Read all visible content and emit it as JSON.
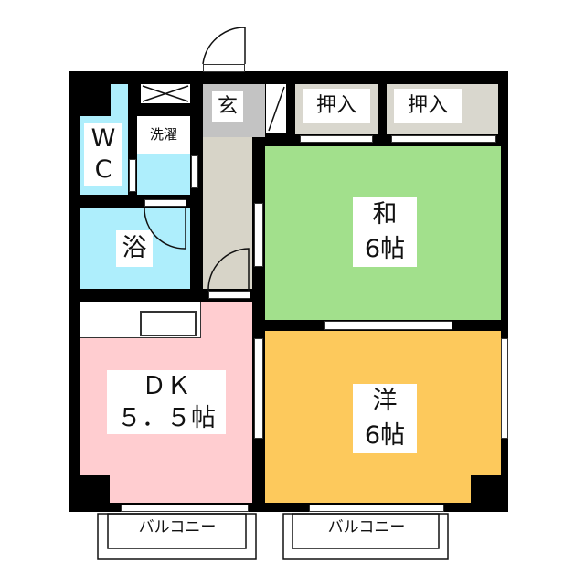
{
  "rooms": {
    "wc": {
      "line1": "W",
      "line2": "C"
    },
    "laundry": {
      "label": "洗濯"
    },
    "bath": {
      "label": "浴"
    },
    "entrance": {
      "label": "玄"
    },
    "closet1": {
      "label": "押入"
    },
    "closet2": {
      "label": "押入"
    },
    "washitsu": {
      "line1": "和",
      "line2": "6帖"
    },
    "youshitsu": {
      "line1": "洋",
      "line2": "6帖"
    },
    "dk": {
      "line1": "ＤＫ",
      "line2": "５．５帖"
    },
    "balcony1": {
      "label": "バルコニー"
    },
    "balcony2": {
      "label": "バルコニー"
    }
  },
  "colors": {
    "wet": "#aeeefc",
    "washitsu": "#a2e08c",
    "youshitsu": "#fdc95c",
    "dk": "#ffcdd0",
    "corridor": "#d7d4c8",
    "entrance": "#c3c3c3",
    "closet": "#d9d7ce"
  }
}
